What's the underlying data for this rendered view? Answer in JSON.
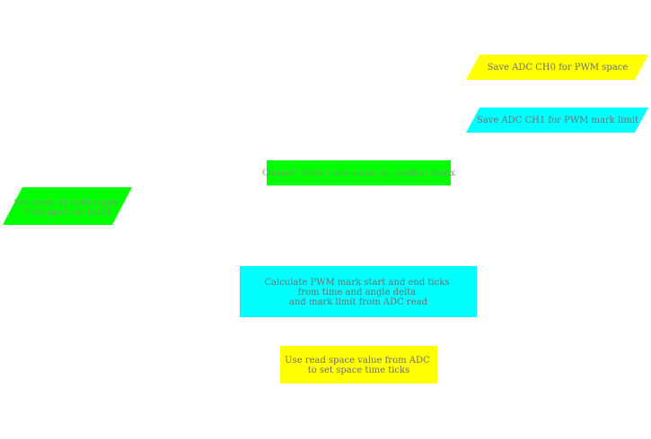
{
  "colors": {
    "yellow": "#ffff00",
    "cyan": "#00ffff",
    "green": "#00ff00",
    "text_on_bright": "#6f6f6f",
    "text_on_green": "#6fa56f"
  },
  "nodes": {
    "save_adc_ch0": {
      "lines": [
        "Save ADC CH0 for PWM space"
      ]
    },
    "save_adc_ch1": {
      "lines": [
        "Save ADC CH1 for PWM mark limit"
      ]
    },
    "convert_gray_code": {
      "lines": [
        "Convert Gray Code value to position index"
      ]
    },
    "set_mark_angle": {
      "lines": [
        "Set mark at field angle",
        "from position index"
      ]
    },
    "calculate_pwm": {
      "lines": [
        "Calculate PWM mark start and end ticks",
        "from time and angle delta",
        "and mark limit from ADC read"
      ]
    },
    "use_read_space": {
      "lines": [
        "Use read space value from ADC",
        "to set space time ticks"
      ]
    }
  }
}
